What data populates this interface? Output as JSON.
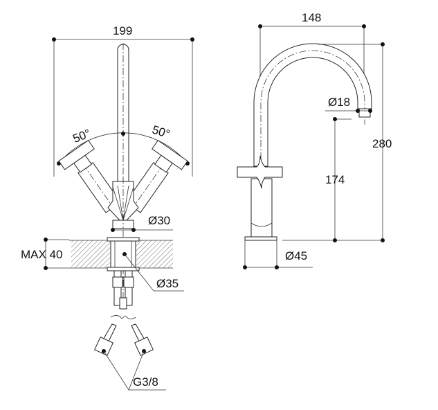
{
  "front_view": {
    "width_label": "199",
    "angle_left_label": "50°",
    "angle_right_label": "50°",
    "neck_diameter_label": "Ø30",
    "max_thickness_label": "MAX 40",
    "hole_diameter_label": "Ø35",
    "connection_label": "G3/8"
  },
  "side_view": {
    "reach_label": "148",
    "height_label": "280",
    "outlet_diameter_label": "Ø18",
    "outlet_height_label": "174",
    "base_diameter_label": "Ø45"
  }
}
